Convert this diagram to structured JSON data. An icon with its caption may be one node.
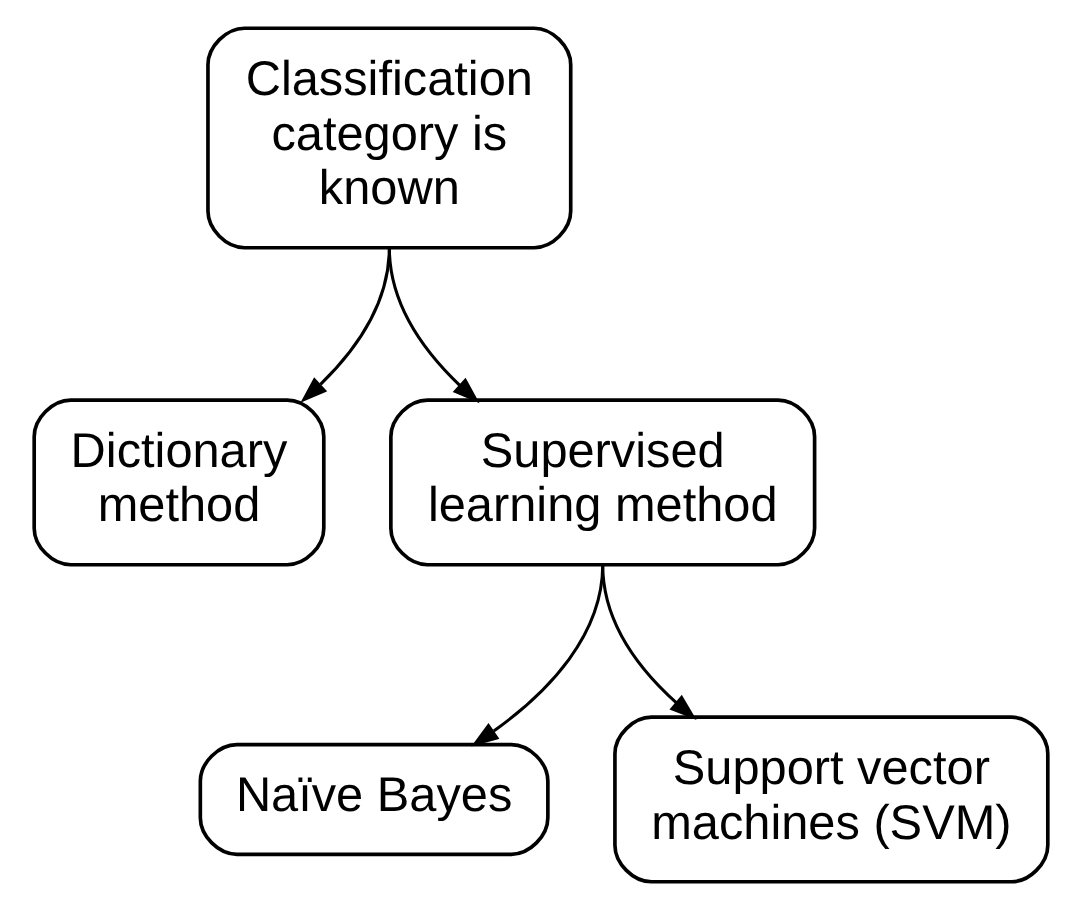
{
  "diagram": {
    "nodes": [
      {
        "text": [
          "Classification category is known"
        ]
      },
      {
        "text": [
          "Dictionary method"
        ]
      },
      {
        "text": [
          "Supervised learning method"
        ]
      },
      {
        "text": [
          "Naïve Bayes"
        ]
      },
      {
        "text": [
          "Support vector machines (SVM)"
        ]
      }
    ],
    "edges": [
      {
        "from": 0,
        "to": 1,
        "arrow": "to"
      },
      {
        "from": 0,
        "to": 2,
        "arrow": "to"
      },
      {
        "from": 2,
        "to": 3,
        "arrow": "to"
      },
      {
        "from": 2,
        "to": 4,
        "arrow": "to"
      }
    ]
  }
}
